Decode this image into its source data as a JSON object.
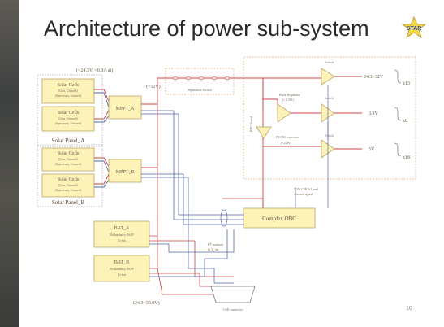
{
  "slide": {
    "title": "Architecture of power sub-system",
    "logo_text": "STAR",
    "page_number": "10"
  },
  "diagram": {
    "solar_panel_a": {
      "label": "Solar Panel_A",
      "cells": [
        {
          "title": "Solar Cells",
          "line1": "(Gen, Unused)",
          "line2": "(Spectrum, Unused)"
        },
        {
          "title": "Solar Cells",
          "line1": "(Gen, Unused)",
          "line2": "(Spectrum, Unused)"
        }
      ]
    },
    "solar_panel_b": {
      "label": "Solar Panel_B",
      "cells": [
        {
          "title": "Solar Cells",
          "line1": "(Gen, Unused)",
          "line2": "(Spectrum, Unused)"
        },
        {
          "title": "Solar Cells",
          "line1": "(Gen, Unused)",
          "line2": "(Spectrum, Unused)"
        }
      ]
    },
    "panel_spec": "(<24.3V, <0.9A at)",
    "mppt_a": "MPPT_A",
    "mppt_b": "MPPT_B",
    "mppt_voltage": "(~32V)",
    "separation_switch": "Separation Switch",
    "pdu_board": "PDU Board",
    "switch_label": "Switch",
    "output_1_voltage": "24.3~32V",
    "output_1_count": "x13",
    "buck_regulator": "Buck Regulator",
    "buck_power": "(<1.5W)",
    "output_2_voltage": "3.3V",
    "output_2_count": "x8",
    "dcdc_converter": "DC/DC converter",
    "dcdc_power": "(<22W)",
    "output_3_voltage": "5V",
    "output_3_count": "x18",
    "cmos_signal_line1": "3.3V CMOS Level",
    "cmos_signal_line2": "discrete signal",
    "complex_obc": "Complex OBC",
    "bat_a": {
      "name": "BAT_A",
      "line1": "Redundancy 8S4P",
      "line2": "Li-ion"
    },
    "bat_b": {
      "name": "BAT_B",
      "line1": "Redundancy 8S4P",
      "line2": "Li-ion"
    },
    "monitor_line1": "I/V monitor",
    "monitor_line2": "& V_set",
    "bat_voltage": "(24.3~30.0V)",
    "gse_connector": "GSE connector"
  },
  "colors": {
    "box_fill": "#fdf3b8",
    "box_stroke": "#bba66a",
    "wire_red": "#cc4444",
    "wire_blue": "#5566aa",
    "dash": "#d9b27a"
  }
}
